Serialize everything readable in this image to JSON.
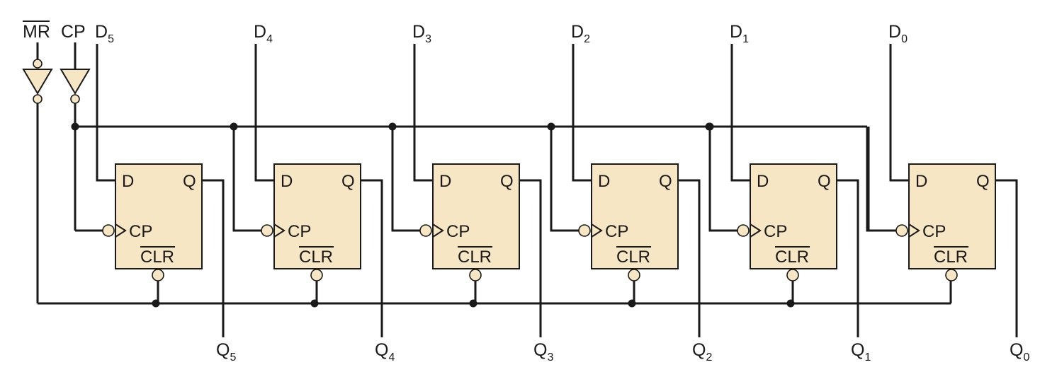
{
  "inputs": {
    "mr": "MR",
    "cp": "CP"
  },
  "pins": {
    "d": "D",
    "q": "Q",
    "cp": "CP",
    "clr": "CLR"
  },
  "flip_flops": [
    {
      "d_main": "D",
      "d_sub": "5",
      "q_main": "Q",
      "q_sub": "5"
    },
    {
      "d_main": "D",
      "d_sub": "4",
      "q_main": "Q",
      "q_sub": "4"
    },
    {
      "d_main": "D",
      "d_sub": "3",
      "q_main": "Q",
      "q_sub": "3"
    },
    {
      "d_main": "D",
      "d_sub": "2",
      "q_main": "Q",
      "q_sub": "2"
    },
    {
      "d_main": "D",
      "d_sub": "1",
      "q_main": "Q",
      "q_sub": "1"
    },
    {
      "d_main": "D",
      "d_sub": "0",
      "q_main": "Q",
      "q_sub": "0"
    }
  ]
}
